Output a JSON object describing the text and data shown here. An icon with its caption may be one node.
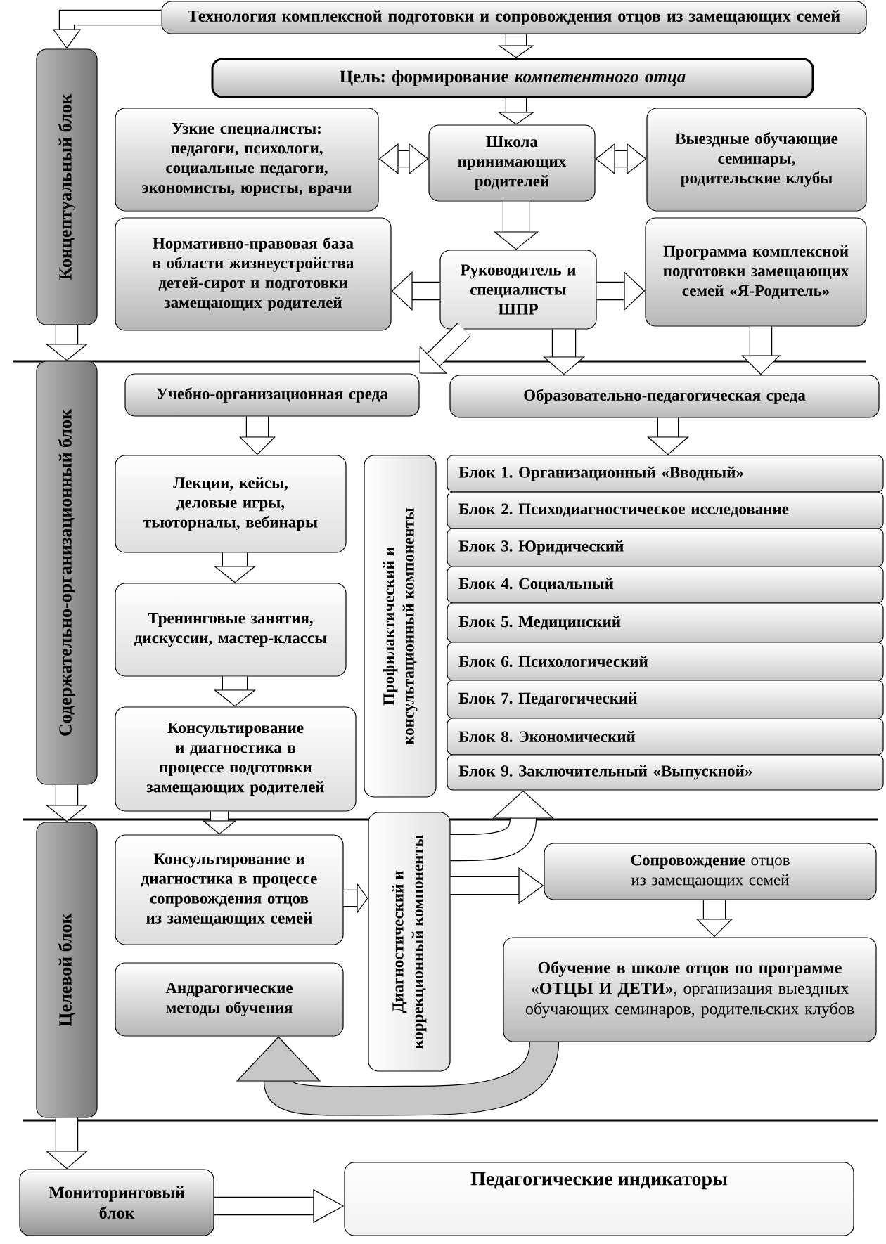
{
  "diagram": {
    "nodes": [
      {
        "text": [
          "Технология комплексной подготовки и сопровождения отцов из замещающих семей"
        ]
      },
      {
        "text": [
          "Цель: формирование *компетентного отца*"
        ]
      },
      {
        "text": [
          "Концептуальный блок"
        ]
      },
      {
        "text": [
          "Узкие специалисты: педагоги, психологи, социальные педагоги, экономисты, юристы, врачи"
        ]
      },
      {
        "text": [
          "Школа принимающих родителей"
        ]
      },
      {
        "text": [
          "Выездные обучающие семинары, родительские клубы"
        ]
      },
      {
        "text": [
          "Нормативно-правовая база в области жизнеустройства детей-сирот и подготовки замещающих родителей"
        ]
      },
      {
        "text": [
          "Руководитель и специалисты ШПР"
        ]
      },
      {
        "text": [
          "Программа комплексной подготовки замещающих семей «Я-Родитель»"
        ]
      },
      {
        "text": [
          "Содержательно-организационный блок"
        ]
      },
      {
        "text": [
          "Учебно-организационная среда"
        ]
      },
      {
        "text": [
          "Образовательно-педагогическая среда"
        ]
      },
      {
        "text": [
          "Лекции, кейсы, деловые игры, тьюторналы, вебинары"
        ]
      },
      {
        "text": [
          "Тренинговые занятия, дискуссии, мастер-классы"
        ]
      },
      {
        "text": [
          "Консультирование и диагностика в процессе подготовки замещающих родителей"
        ]
      },
      {
        "text": [
          "Профилактический и консультационный компоненты"
        ]
      },
      {
        "text": [
          "Блок 1. Организационный «Вводный»"
        ]
      },
      {
        "text": [
          "Блок 2. Психодиагностическое исследование"
        ]
      },
      {
        "text": [
          "Блок 3. Юридический"
        ]
      },
      {
        "text": [
          "Блок 4. Социальный"
        ]
      },
      {
        "text": [
          "Блок 5. Медицинский"
        ]
      },
      {
        "text": [
          "Блок 6. Психологический"
        ]
      },
      {
        "text": [
          "Блок 7. Педагогический"
        ]
      },
      {
        "text": [
          "Блок 8. Экономический"
        ]
      },
      {
        "text": [
          "Блок 9. Заключительный «Выпускной»"
        ]
      },
      {
        "text": [
          "Целевой блок"
        ]
      },
      {
        "text": [
          "Консультирование и диагностика в процессе сопровождения отцов из замещающих семей"
        ]
      },
      {
        "text": [
          "Андрагогические методы обучения"
        ]
      },
      {
        "text": [
          "Диагностический и коррекционный компоненты"
        ]
      },
      {
        "text": [
          "**Сопровождение** отцов из замещающих семей"
        ]
      },
      {
        "text": [
          "**Обучение в школе отцов по программе «ОТЦЫ И ДЕТИ»**, организация выездных обучающих семинаров, родительских клубов"
        ]
      },
      {
        "text": [
          "Мониторинговый блок"
        ]
      },
      {
        "text": [
          "Педагогические индикаторы"
        ]
      }
    ],
    "edges": [
      {
        "from": 0,
        "to": 2,
        "arrow": "to"
      },
      {
        "from": 0,
        "to": 1,
        "arrow": "to"
      },
      {
        "from": 1,
        "to": 4,
        "arrow": "to"
      },
      {
        "from": 3,
        "to": 4,
        "arrow": "both"
      },
      {
        "from": 4,
        "to": 5,
        "arrow": "both"
      },
      {
        "from": 4,
        "to": 7,
        "arrow": "to"
      },
      {
        "from": 7,
        "to": 6,
        "arrow": "to"
      },
      {
        "from": 7,
        "to": 8,
        "arrow": "to"
      },
      {
        "from": 2,
        "to": 9,
        "arrow": "to"
      },
      {
        "from": 7,
        "to": 10,
        "arrow": "to"
      },
      {
        "from": 7,
        "to": 11,
        "arrow": "to"
      },
      {
        "from": 8,
        "to": 11,
        "arrow": "to"
      },
      {
        "from": 10,
        "to": 12,
        "arrow": "to"
      },
      {
        "from": 12,
        "to": 13,
        "arrow": "to"
      },
      {
        "from": 13,
        "to": 14,
        "arrow": "to"
      },
      {
        "from": 11,
        "to": 16,
        "arrow": "to"
      },
      {
        "from": 9,
        "to": 25,
        "arrow": "to"
      },
      {
        "from": 14,
        "to": 26,
        "arrow": "to"
      },
      {
        "from": 26,
        "to": 28,
        "arrow": "to"
      },
      {
        "from": 28,
        "to": 24,
        "arrow": "to"
      },
      {
        "from": 28,
        "to": 29,
        "arrow": "to"
      },
      {
        "from": 29,
        "to": 30,
        "arrow": "to"
      },
      {
        "from": 30,
        "to": 27,
        "arrow": "to"
      },
      {
        "from": 25,
        "to": 31,
        "arrow": "to"
      },
      {
        "from": 31,
        "to": 32,
        "arrow": "to"
      }
    ]
  }
}
